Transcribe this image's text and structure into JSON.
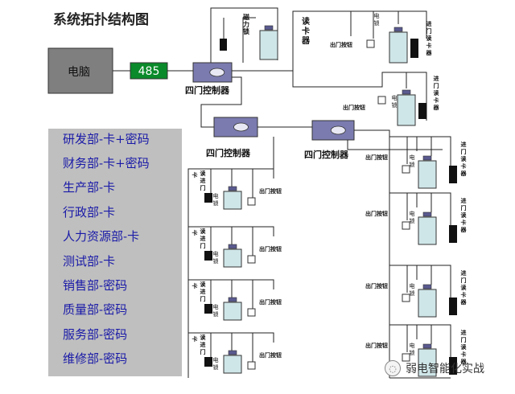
{
  "title": "系统拓扑结构图",
  "computer_label": "电脑",
  "bus_label": "485",
  "controller_label": "四门控制器",
  "reader_label": "读卡器",
  "reader_label_top": "读卡器",
  "in_reader_label": "进门读卡器",
  "reader_vertical_label": "卡读进门",
  "exit_button_label": "出门按钮",
  "lock_label": "电锁",
  "maglock_label": "磁力锁",
  "departments": [
    "研发部-卡+密码",
    "财务部-卡+密码",
    "生产部-卡",
    "行政部-卡",
    "人力资源部-卡",
    "测试部-卡",
    "销售部-密码",
    "质量部-密码",
    "服务部-密码",
    "维修部-密码"
  ],
  "watermark": "弱电智能化实战",
  "colors": {
    "computer_fill": "#7f7f7f",
    "bus_fill": "#0a8a2a",
    "controller_fill": "#7b7bb0",
    "lock_fill": "#cfe6e8",
    "panel_fill": "#bfbfbf",
    "dept_text": "#1a1aa8"
  }
}
